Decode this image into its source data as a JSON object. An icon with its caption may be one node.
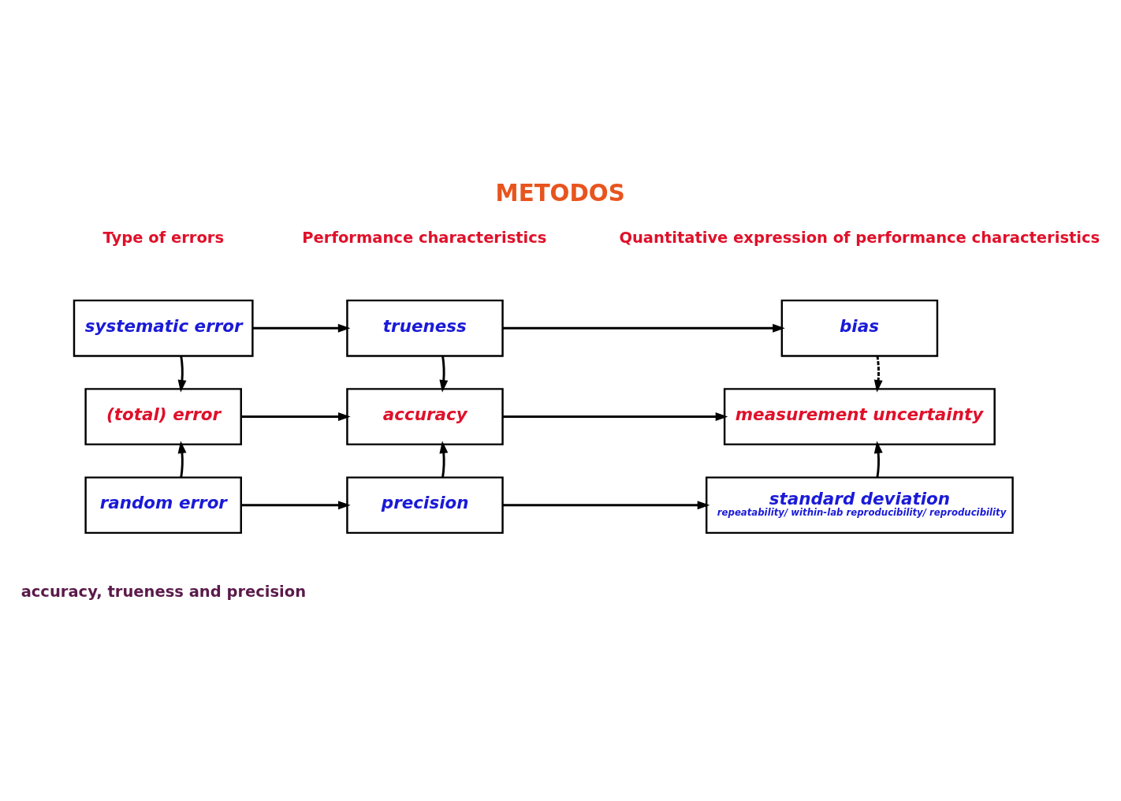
{
  "diagram": {
    "title": "METODOS",
    "caption": "accuracy, trueness and precision",
    "nodes": [
      {
        "text": [
          "systematic error"
        ]
      },
      {
        "text": [
          "trueness"
        ]
      },
      {
        "text": [
          "bias"
        ]
      },
      {
        "text": [
          "(total) error"
        ]
      },
      {
        "text": [
          "accuracy"
        ]
      },
      {
        "text": [
          "measurement uncertainty"
        ]
      },
      {
        "text": [
          "random error"
        ]
      },
      {
        "text": [
          "precision"
        ]
      },
      {
        "text": [
          "standard deviation",
          "repeatability/ within-lab reproducibility/ reproducibility"
        ]
      }
    ],
    "edges": [
      {
        "from": 0,
        "to": 1,
        "arrow": "to"
      },
      {
        "from": 1,
        "to": 2,
        "arrow": "to"
      },
      {
        "from": 0,
        "to": 3,
        "arrow": "to"
      },
      {
        "from": 1,
        "to": 4,
        "arrow": "to"
      },
      {
        "from": 2,
        "to": 5,
        "arrow": "to",
        "style": "dashed"
      },
      {
        "from": 3,
        "to": 4,
        "arrow": "to"
      },
      {
        "from": 4,
        "to": 5,
        "arrow": "to"
      },
      {
        "from": 6,
        "to": 3,
        "arrow": "to"
      },
      {
        "from": 7,
        "to": 4,
        "arrow": "to"
      },
      {
        "from": 8,
        "to": 5,
        "arrow": "to"
      },
      {
        "from": 6,
        "to": 7,
        "arrow": "to"
      },
      {
        "from": 7,
        "to": 8,
        "arrow": "to"
      }
    ],
    "labels": [
      "Type of errors",
      "Performance characteristics",
      "Quantitative expression of performance characteristics"
    ]
  }
}
